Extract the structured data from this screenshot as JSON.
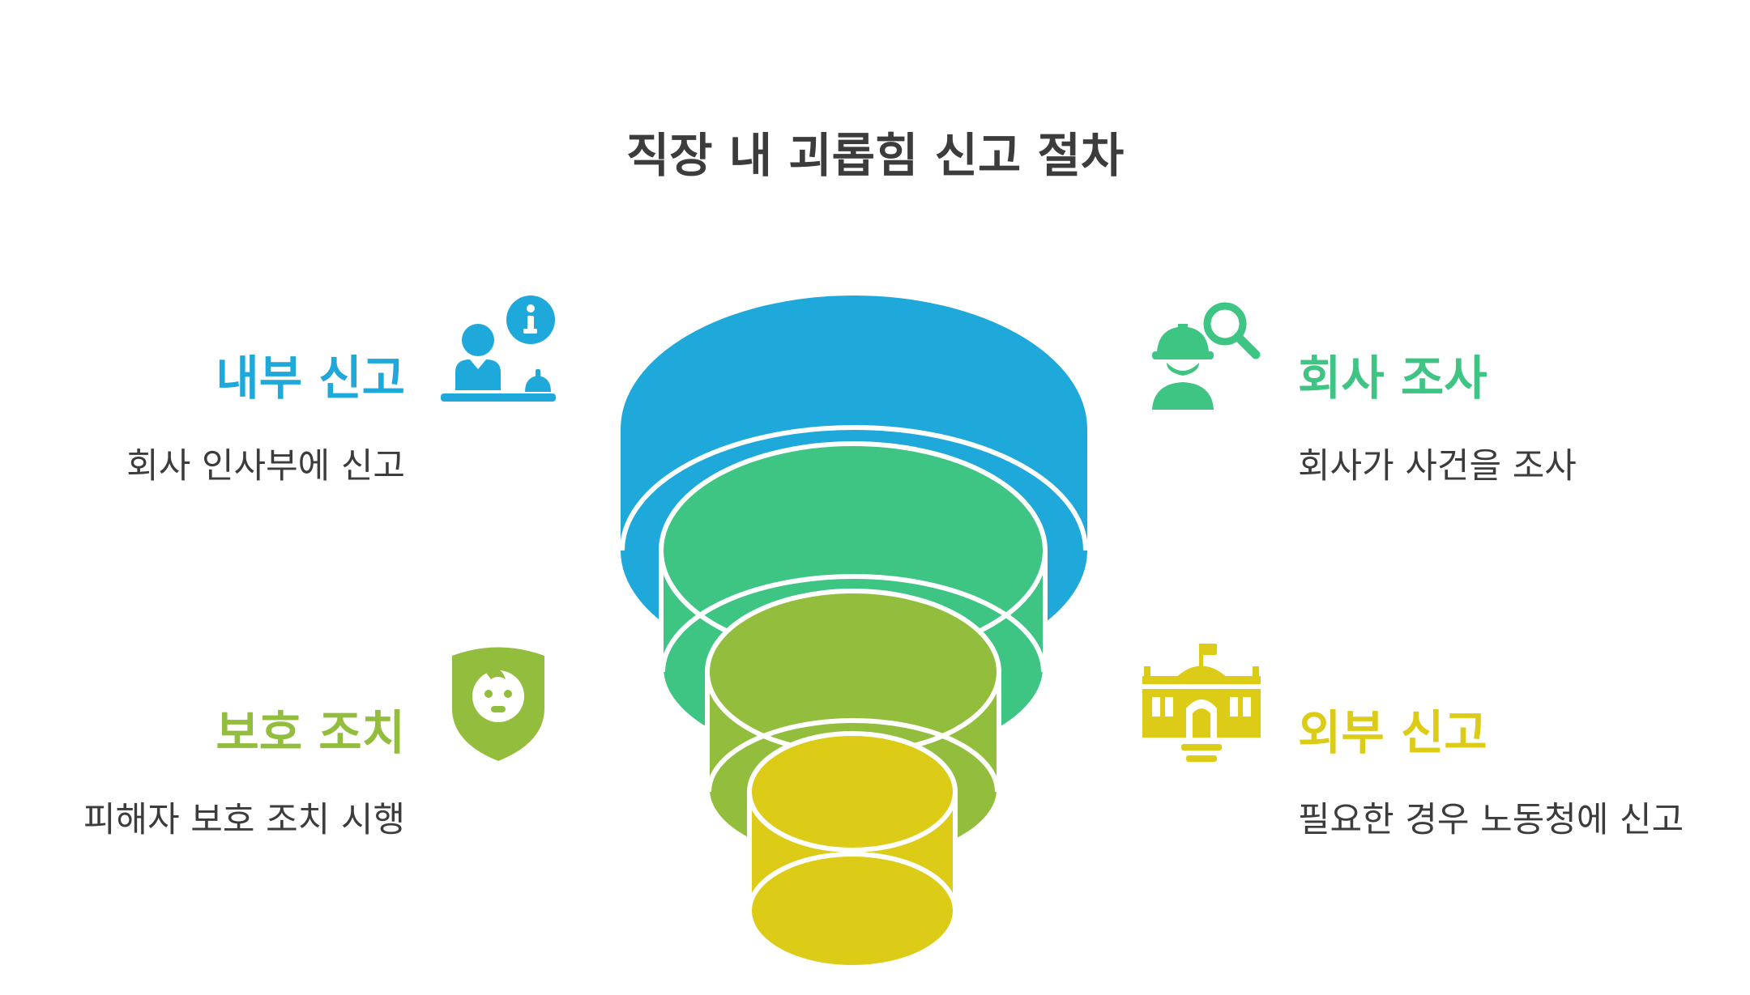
{
  "title": "직장 내 괴롭힘 신고 절차",
  "colors": {
    "blue": "#1fa8da",
    "green": "#3ec483",
    "olive": "#93bd3c",
    "yellow": "#ddcc17",
    "text": "#3c3c3c"
  },
  "steps": [
    {
      "title": "내부 신고",
      "description": "회사 인사부에 신고",
      "icon": "reception-desk-info-icon",
      "color": "#1fa8da"
    },
    {
      "title": "회사 조사",
      "description": "회사가 사건을 조사",
      "icon": "worker-search-icon",
      "color": "#3ec483"
    },
    {
      "title": "보호 조치",
      "description": "피해자 보호 조치 시행",
      "icon": "child-shield-icon",
      "color": "#93bd3c"
    },
    {
      "title": "외부 신고",
      "description": "필요한 경우 노동청에 신고",
      "icon": "government-building-icon",
      "color": "#ddcc17"
    }
  ]
}
